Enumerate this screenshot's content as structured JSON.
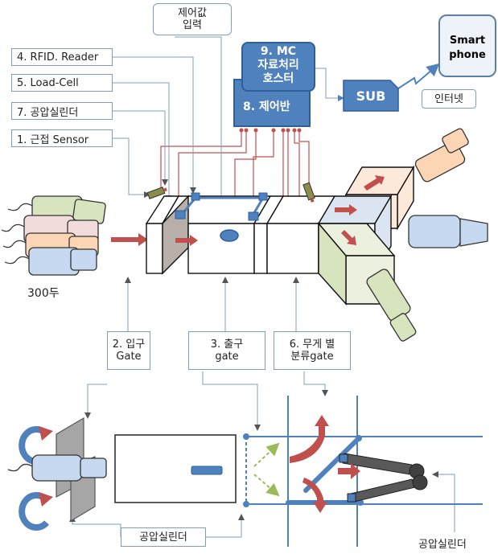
{
  "labels": {
    "control_input": [
      "제어값",
      "입력"
    ],
    "rfid_reader": "4. RFID. Reader",
    "load_cell": "5. Load-Cell",
    "pneumatic_cylinder_7": "7. 공압실린더",
    "proximity_sensor": "1. 근접 Sensor",
    "mc_host": [
      "9. MC",
      "자료처리",
      "호스터"
    ],
    "control_panel": "8. 제어반",
    "sub": "SUB",
    "smartphone": [
      "Smart",
      "phone"
    ],
    "internet": "인터넷",
    "herd_count": "300두",
    "entry_gate": [
      "2. 입구",
      "Gate"
    ],
    "exit_gate": [
      "3. 출구",
      "gate"
    ],
    "weight_sort_gate": [
      "6. 무게 별",
      "분류gate"
    ],
    "pneumatic_cylinder_left": "공압실린더",
    "pneumatic_cylinder_right": "공압실린더"
  },
  "colors": {
    "blue": "#4f81bd",
    "dark_blue": "#2f5f9a",
    "red_arrow": "#c0504d",
    "wire_red": "#c0504d",
    "leader": "#7f9fb8",
    "green_dash": "#9bbb59",
    "grey_panel": "#a6a6a6"
  }
}
